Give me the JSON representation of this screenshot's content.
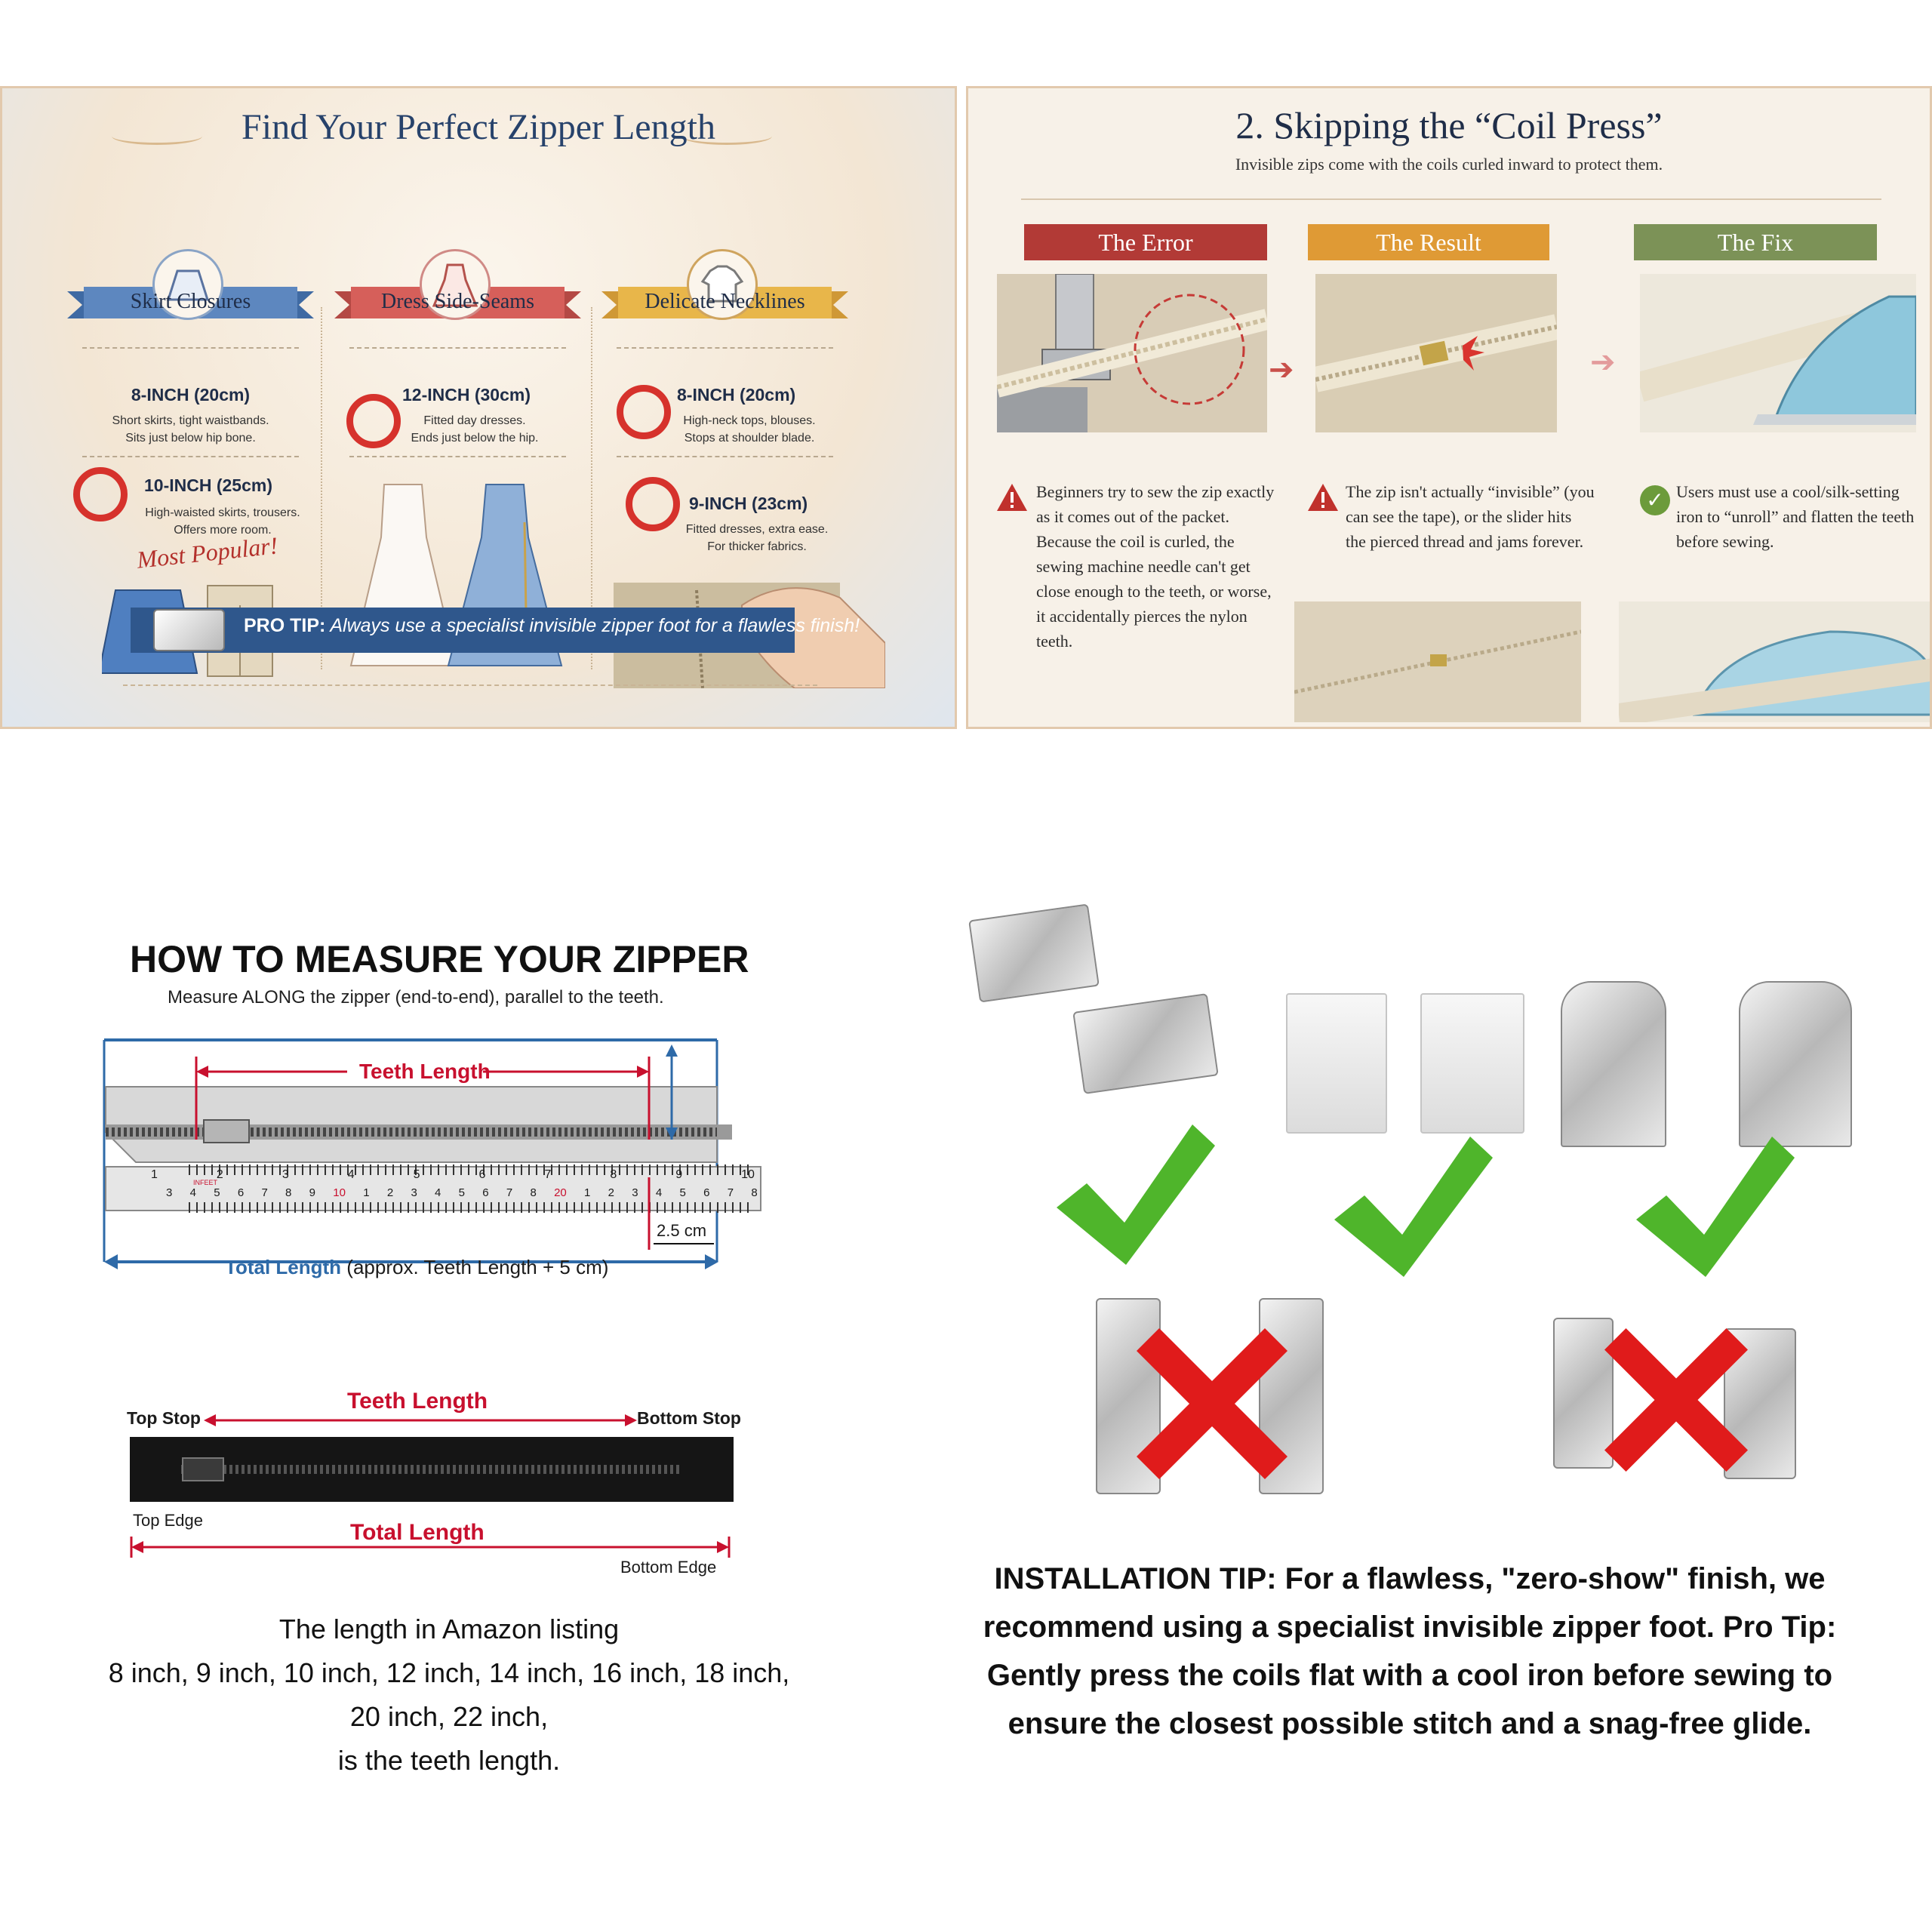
{
  "panel1": {
    "title": "Find Your Perfect Zipper Length",
    "columns": [
      {
        "heading": "Skirt Closures",
        "ribbon_color": "#5d87bf",
        "entries": [
          {
            "title": "8-INCH (20cm)",
            "desc1": "Short skirts, tight waistbands.",
            "desc2": "Sits just below hip bone."
          },
          {
            "title": "10-INCH (25cm)",
            "desc1": "High-waisted skirts, trousers.",
            "desc2": "Offers more room."
          }
        ],
        "badge": "Most Popular!"
      },
      {
        "heading": "Dress Side-Seams",
        "ribbon_color": "#d65f5a",
        "entries": [
          {
            "title": "12-INCH (30cm)",
            "desc1": "Fitted day dresses.",
            "desc2": "Ends just below the hip."
          }
        ]
      },
      {
        "heading": "Delicate Necklines",
        "ribbon_color": "#e8b64a",
        "entries": [
          {
            "title": "8-INCH (20cm)",
            "desc1": "High-neck tops, blouses.",
            "desc2": "Stops at shoulder blade."
          },
          {
            "title": "9-INCH (23cm)",
            "desc1": "Fitted dresses, extra ease.",
            "desc2": "For thicker fabrics."
          }
        ]
      }
    ],
    "pro_tip_label": "PRO TIP:",
    "pro_tip_text": "Always use a specialist invisible zipper foot for a flawless finish!"
  },
  "panel2": {
    "title": "2. Skipping the “Coil Press”",
    "subtitle": "Invisible zips come with the coils curled inward to protect them.",
    "columns": [
      {
        "header": "The Error",
        "color": "#b23a36",
        "text": "Beginners try to sew the zip exactly as it comes out of the packet. Because the coil is curled, the sewing machine needle can't get close enough to the teeth, or worse, it accidentally pierces the nylon teeth."
      },
      {
        "header": "The Result",
        "color": "#df9a35",
        "text": "The zip isn't actually “invisible” (you can see the tape), or the slider hits the pierced thread and jams forever."
      },
      {
        "header": "The Fix",
        "color": "#7c9257",
        "text": "Users must use a cool/silk-setting iron to “unroll” and flatten the teeth before sewing."
      }
    ]
  },
  "panel3": {
    "title": "HOW TO MEASURE YOUR ZIPPER",
    "subtitle": "Measure ALONG the zipper (end-to-end), parallel to the teeth.",
    "teeth_length": "Teeth Length",
    "gap_label": "2.5 cm",
    "total_length": "Total Length",
    "total_note": "(approx. Teeth Length + 5 cm)",
    "ruler_inches": [
      "1",
      "2",
      "3",
      "4",
      "5",
      "6",
      "7",
      "8",
      "9",
      "10"
    ],
    "ruler_cm": [
      "3",
      "4",
      "5",
      "6",
      "7",
      "8",
      "9",
      "10",
      "1",
      "2",
      "3",
      "4",
      "5",
      "6",
      "7",
      "8",
      "20",
      "1",
      "2",
      "3",
      "4",
      "5",
      "6",
      "7",
      "8"
    ],
    "ruler_brand": "INFEET",
    "diagram2": {
      "top_stop": "Top Stop",
      "teeth_length": "Teeth Length",
      "bottom_stop": "Bottom Stop",
      "top_edge": "Top Edge",
      "total_length": "Total Length",
      "bottom_edge": "Bottom Edge"
    },
    "listing_line1": "The length in Amazon listing",
    "listing_line2": "8 inch, 9 inch, 10 inch, 12 inch, 14 inch, 16 inch, 18 inch,",
    "listing_line3": "20 inch, 22 inch,",
    "listing_line4": "is the teeth length."
  },
  "panel4": {
    "tip_line1": "INSTALLATION TIP: For a flawless, \"zero-show\" finish, we",
    "tip_line2": "recommend using a specialist invisible zipper foot. Pro Tip:",
    "tip_line3": "Gently press the coils flat with a cool iron before sewing to",
    "tip_line4": "ensure the closest possible stitch and a snag-free glide.",
    "check_color": "#4fb52b",
    "cross_color": "#e01b1b"
  }
}
